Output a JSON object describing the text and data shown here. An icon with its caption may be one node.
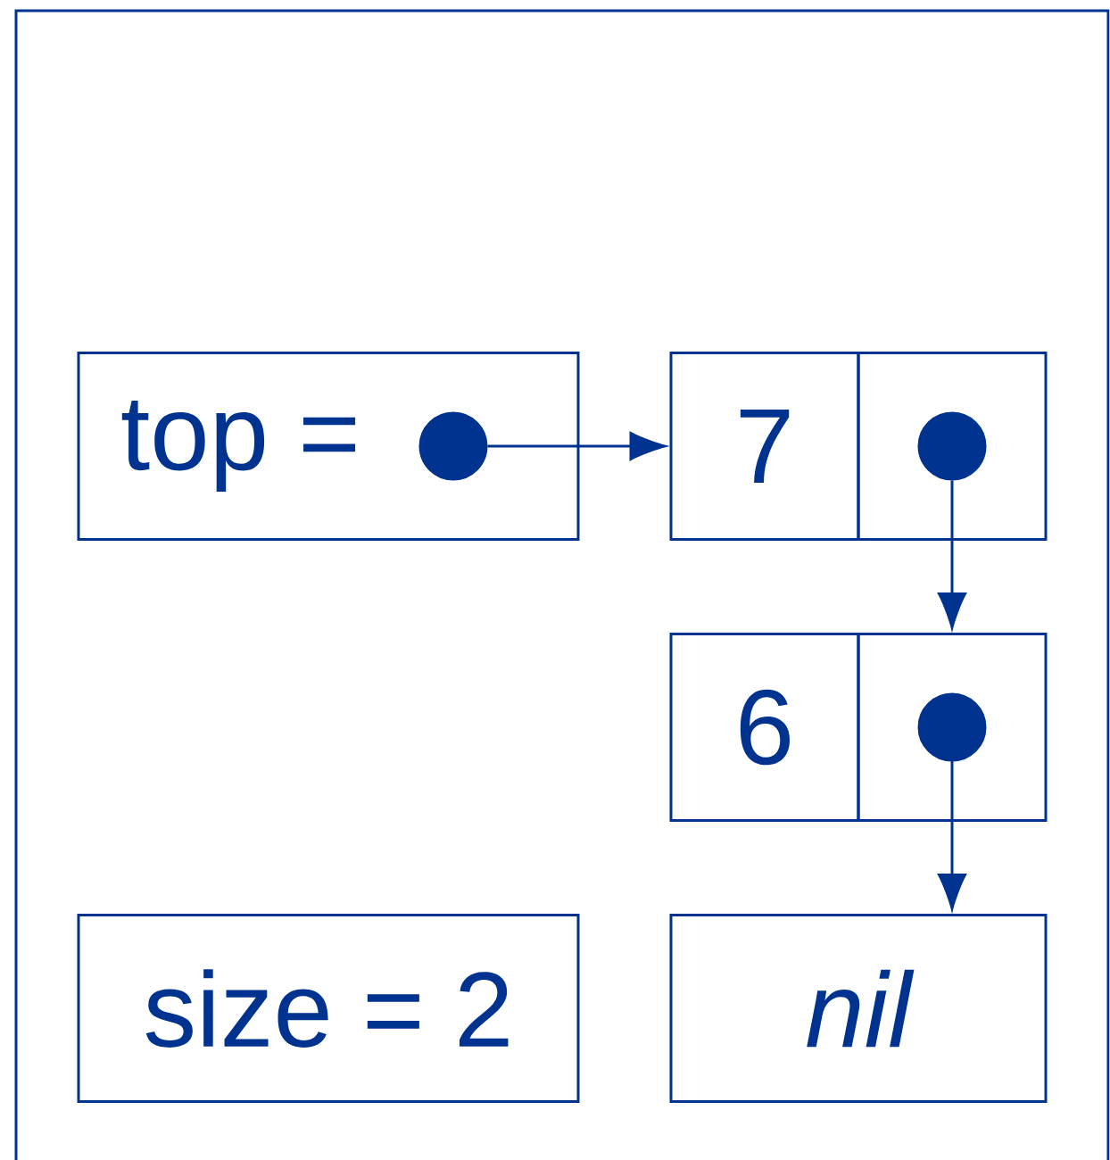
{
  "diagram": {
    "nodes": [
      {
        "text": [
          "top ="
        ]
      },
      {
        "text": [],
        "shape": "circle",
        "in": 0
      },
      {
        "text": [
          "7"
        ]
      },
      {
        "text": [],
        "shape": "box"
      },
      {
        "text": [],
        "shape": "circle",
        "in": 3
      },
      {
        "text": [
          "6"
        ]
      },
      {
        "text": [],
        "shape": "box"
      },
      {
        "text": [],
        "shape": "circle",
        "in": 6
      },
      {
        "text": [
          "size = 2"
        ]
      },
      {
        "text": [
          "nil"
        ]
      }
    ],
    "edges": [
      {
        "from": 1,
        "to": 2,
        "arrow": "to"
      },
      {
        "from": 4,
        "to": 6,
        "arrow": "to"
      },
      {
        "from": 7,
        "to": 9,
        "arrow": "to"
      }
    ]
  }
}
